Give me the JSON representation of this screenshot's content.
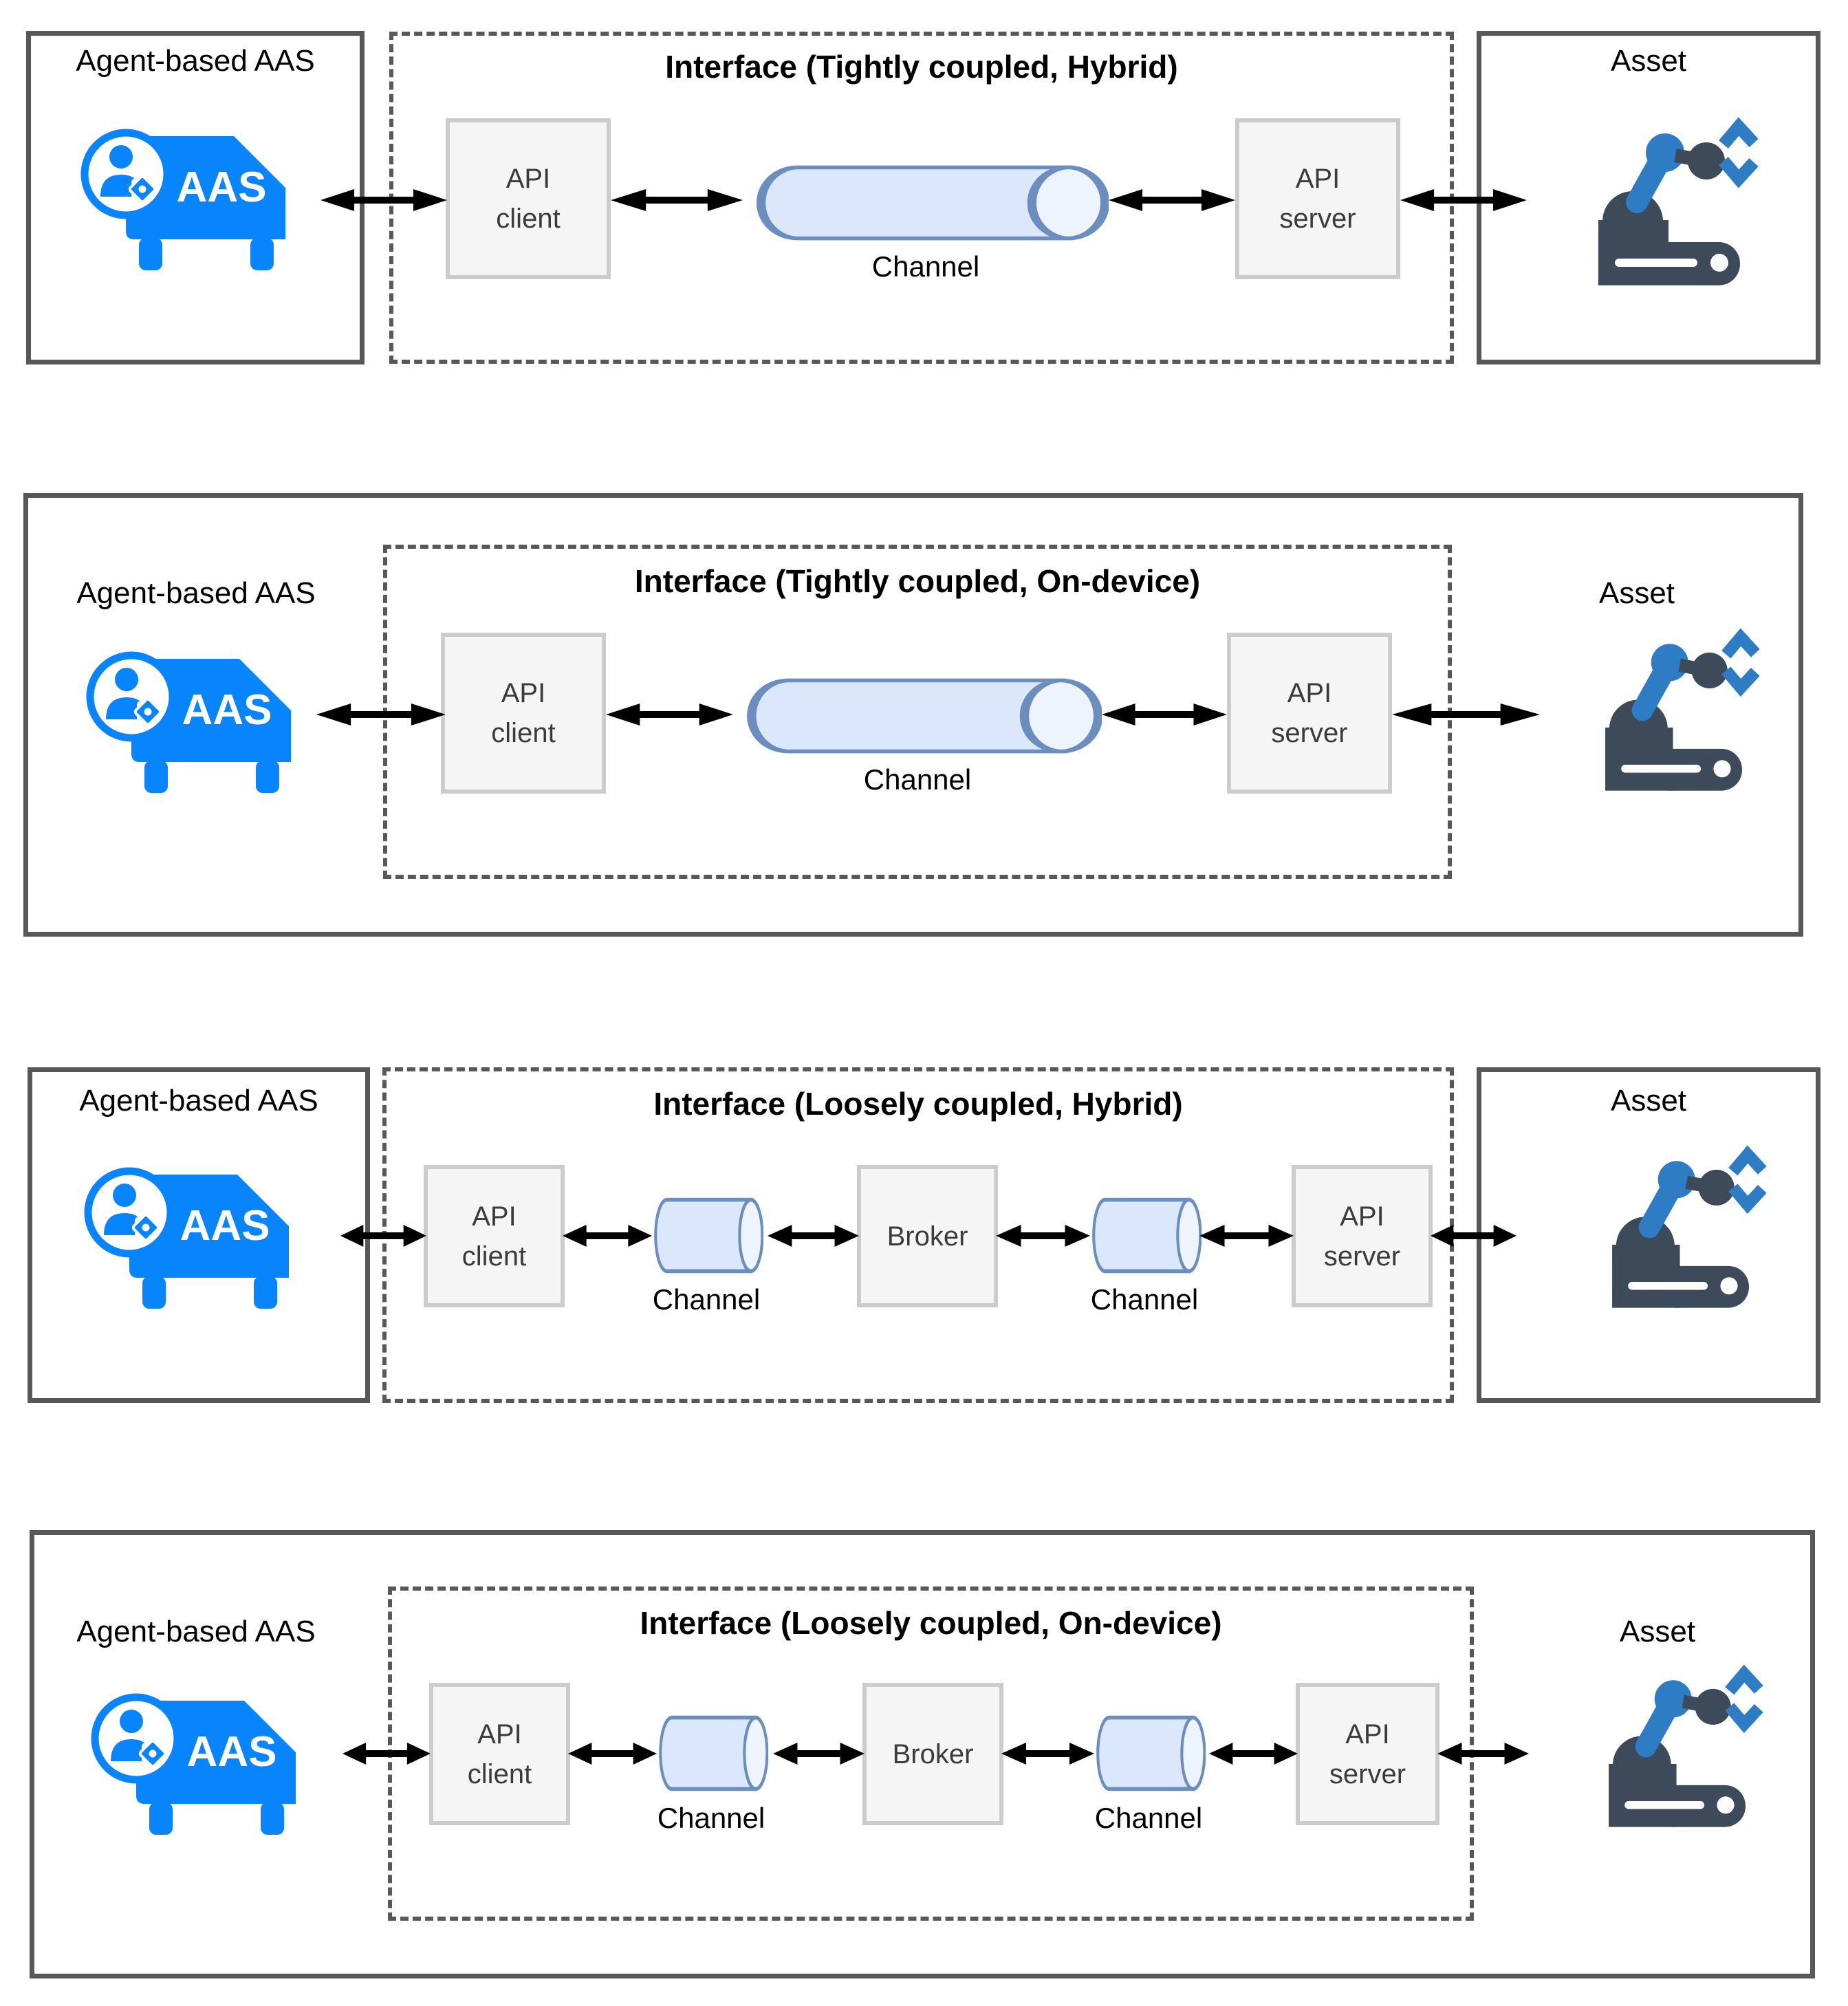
{
  "rows": [
    {
      "agent_label": "Agent-based AAS",
      "aas_badge": "AAS",
      "interface_title": "Interface (Tightly coupled, Hybrid)",
      "api_client": "API client",
      "channel": "Channel",
      "api_server": "API server",
      "asset_label": "Asset"
    },
    {
      "agent_label": "Agent-based AAS",
      "aas_badge": "AAS",
      "interface_title": "Interface (Tightly coupled, On-device)",
      "api_client": "API client",
      "channel": "Channel",
      "api_server": "API server",
      "asset_label": "Asset"
    },
    {
      "agent_label": "Agent-based AAS",
      "aas_badge": "AAS",
      "interface_title": "Interface (Loosely coupled, Hybrid)",
      "api_client": "API client",
      "channel_left": "Channel",
      "broker": "Broker",
      "channel_right": "Channel",
      "api_server": "API server",
      "asset_label": "Asset"
    },
    {
      "agent_label": "Agent-based AAS",
      "aas_badge": "AAS",
      "interface_title": "Interface (Loosely coupled, On-device)",
      "api_client": "API client",
      "channel_left": "Channel",
      "broker": "Broker",
      "channel_right": "Channel",
      "api_server": "API server",
      "asset_label": "Asset"
    }
  ],
  "colors": {
    "aas_blue": "#0884fc",
    "robot_dark": "#3c4a59",
    "robot_blue": "#2d7cc4",
    "cylinder_fill": "#dbe8fc",
    "cylinder_stroke": "#6c8ebf",
    "component_fill": "#f5f5f5",
    "component_border": "#cccccc",
    "frame_border": "#585858",
    "arrow": "#000000"
  }
}
